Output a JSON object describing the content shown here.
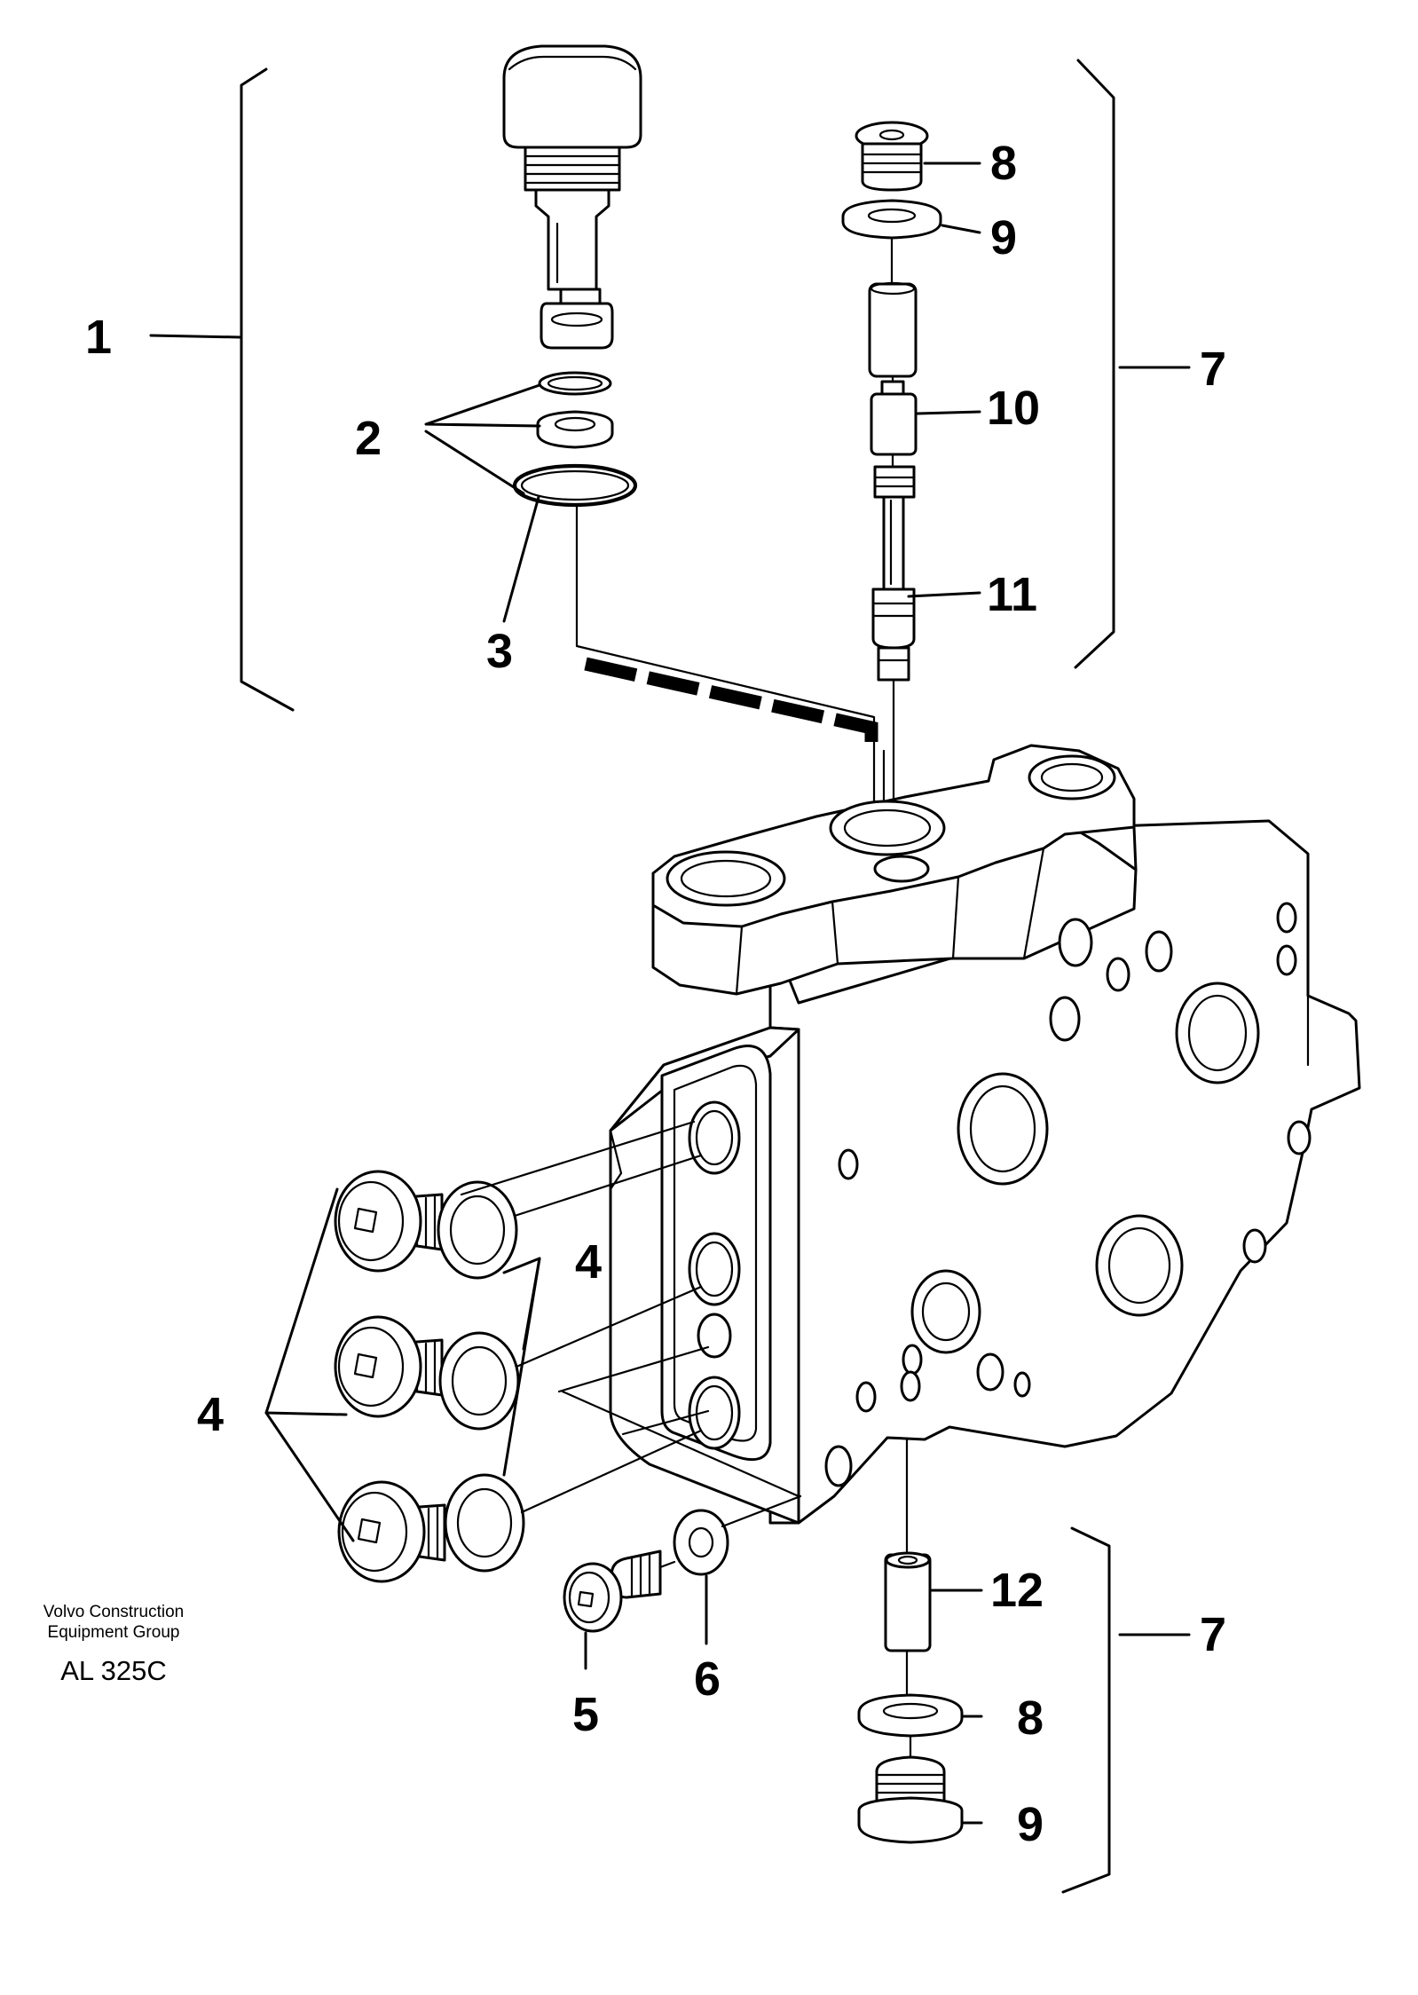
{
  "callouts": {
    "c1": "1",
    "c2": "2",
    "c3": "3",
    "c4a": "4",
    "c4b": "4",
    "c5": "5",
    "c6": "6",
    "c7a": "7",
    "c7b": "7",
    "c8a": "8",
    "c8b": "8",
    "c9a": "9",
    "c9b": "9",
    "c10": "10",
    "c11": "11",
    "c12": "12"
  },
  "credit": {
    "line1": "Volvo Construction",
    "line2": "Equipment Group",
    "code": "AL 325C"
  }
}
